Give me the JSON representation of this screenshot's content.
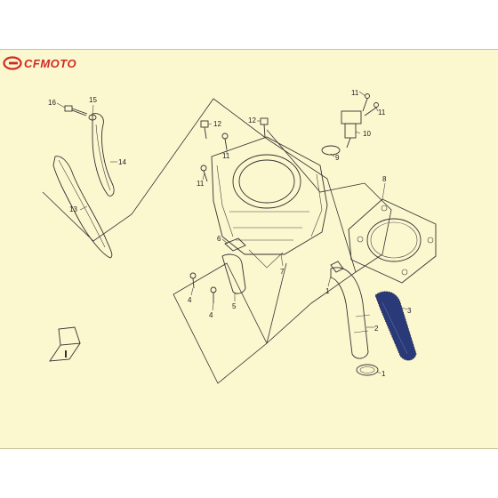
{
  "brand": {
    "name": "CFMOTO",
    "color": "#d12a22"
  },
  "background": "#fbf7cf",
  "callouts": [
    {
      "id": "c16",
      "text": "16"
    },
    {
      "id": "c15",
      "text": "15"
    },
    {
      "id": "c14",
      "text": "14"
    },
    {
      "id": "c13",
      "text": "13"
    },
    {
      "id": "c12a",
      "text": "12"
    },
    {
      "id": "c12b",
      "text": "12"
    },
    {
      "id": "c11a",
      "text": "11"
    },
    {
      "id": "c11b",
      "text": "11"
    },
    {
      "id": "c11c",
      "text": "11"
    },
    {
      "id": "c11d",
      "text": "11"
    },
    {
      "id": "c10",
      "text": "10"
    },
    {
      "id": "c9",
      "text": "9"
    },
    {
      "id": "c8",
      "text": "8"
    },
    {
      "id": "c7",
      "text": "7"
    },
    {
      "id": "c6",
      "text": "6"
    },
    {
      "id": "c5",
      "text": "5"
    },
    {
      "id": "c4a",
      "text": "4"
    },
    {
      "id": "c4b",
      "text": "4"
    },
    {
      "id": "c3",
      "text": "3"
    },
    {
      "id": "c2",
      "text": "2"
    },
    {
      "id": "c1a",
      "text": "1"
    },
    {
      "id": "c1b",
      "text": "1"
    }
  ]
}
